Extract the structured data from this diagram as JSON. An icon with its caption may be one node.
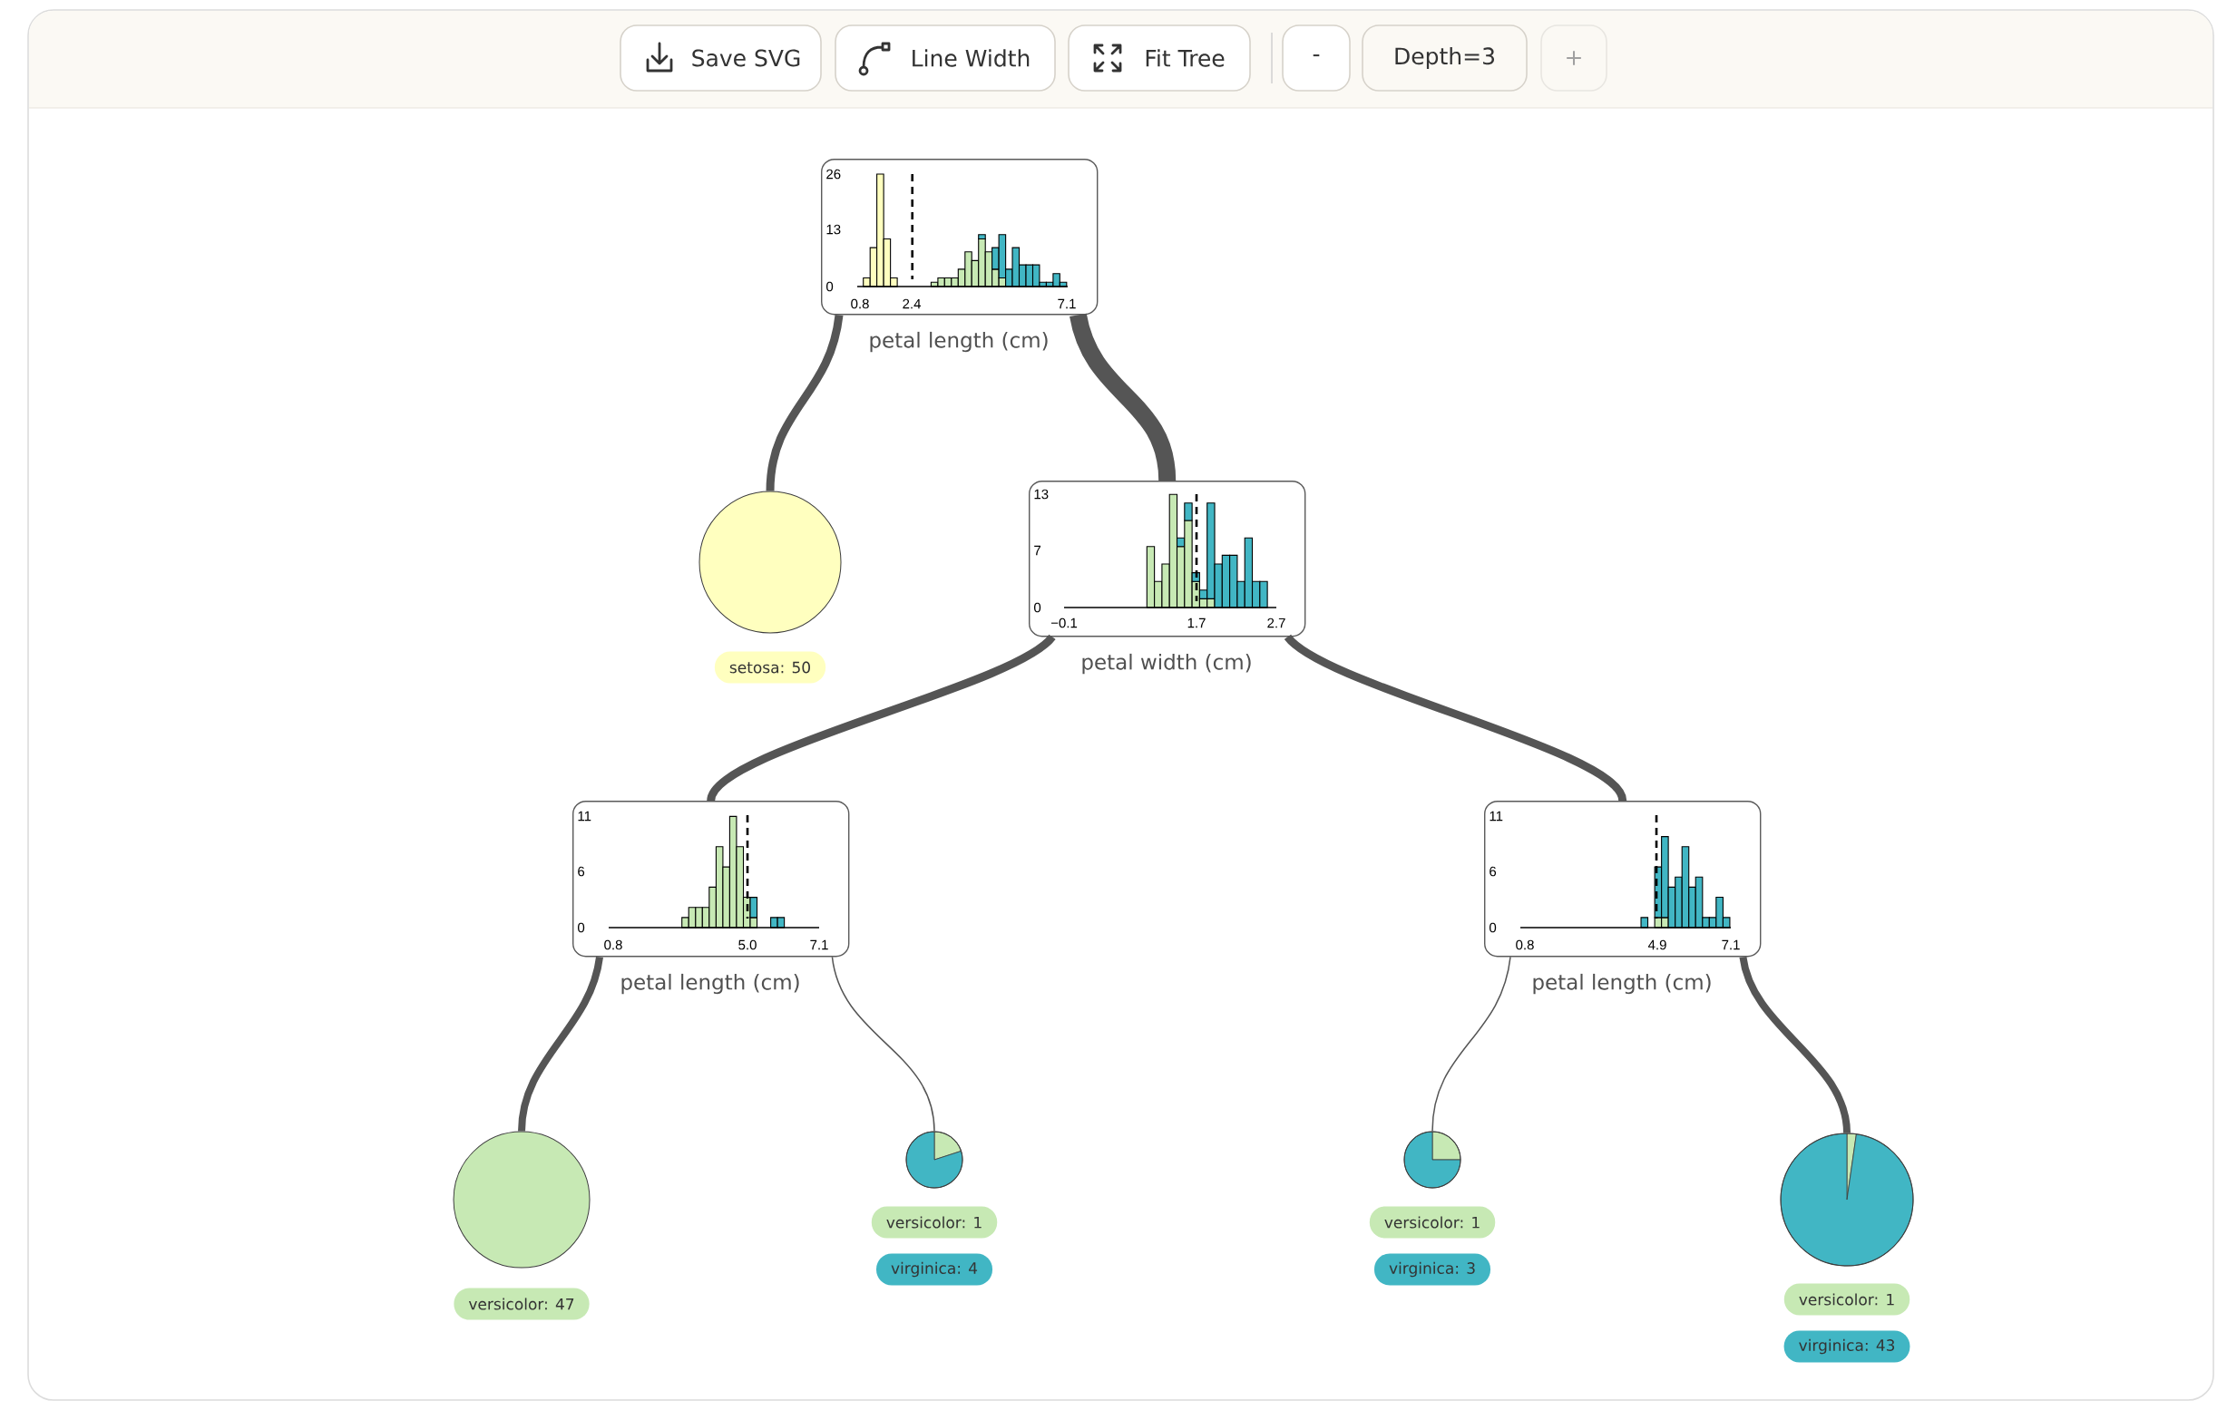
{
  "diagram": {
    "nodes": [
      {
        "text": [
          "Save SVG"
        ]
      },
      {
        "text": [
          "Line Width"
        ]
      },
      {
        "text": [
          "Fit Tree"
        ]
      },
      {
        "text": [
          "-"
        ]
      },
      {
        "text": [
          "Depth=3"
        ]
      },
      {
        "text": [
          "+"
        ]
      },
      {
        "text": [
          "26",
          "13",
          "0",
          "0.8",
          "2.4",
          "7.1",
          "petal length (cm)"
        ]
      },
      {
        "text": [
          "setosa: 50"
        ]
      },
      {
        "text": [
          "13",
          "7",
          "0",
          "−0.1",
          "1.7",
          "2.7",
          "petal width (cm)"
        ]
      },
      {
        "text": [
          "11",
          "6",
          "0",
          "0.8",
          "5.0",
          "7.1",
          "petal length (cm)"
        ]
      },
      {
        "text": [
          "11",
          "6",
          "0",
          "0.8",
          "4.9",
          "7.1",
          "petal length (cm)"
        ]
      },
      {
        "text": [
          "versicolor: 47"
        ]
      },
      {
        "text": [
          "versicolor: 1",
          "virginica: 4"
        ]
      },
      {
        "text": [
          "versicolor: 1",
          "virginica: 3"
        ]
      },
      {
        "text": [
          "versicolor: 1",
          "virginica: 43"
        ]
      }
    ],
    "edges": [
      {
        "from": 6,
        "to": 7,
        "arrow": "none"
      },
      {
        "from": 6,
        "to": 8,
        "arrow": "none",
        "style": "thick"
      },
      {
        "from": 8,
        "to": 9,
        "arrow": "none"
      },
      {
        "from": 8,
        "to": 10,
        "arrow": "none"
      },
      {
        "from": 9,
        "to": 11,
        "arrow": "none"
      },
      {
        "from": 9,
        "to": 12,
        "arrow": "none"
      },
      {
        "from": 10,
        "to": 13,
        "arrow": "none"
      },
      {
        "from": 10,
        "to": 14,
        "arrow": "none"
      }
    ]
  }
}
